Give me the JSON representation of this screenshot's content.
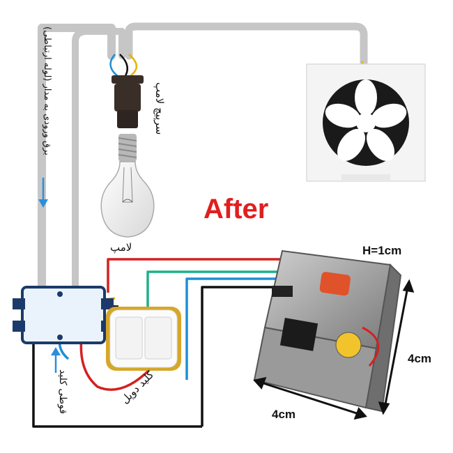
{
  "title": "After",
  "labels": {
    "incoming_power": "برق ورودی به مدار (لوله ارتباطی)",
    "lamp_socket": "سرپیچ لامپ",
    "lamp": "لامپ",
    "junction_box": "قوطی کلید",
    "double_switch": "کلید دوپل"
  },
  "dimensions": {
    "height": "H=1cm",
    "width": "4cm",
    "depth": "4cm"
  },
  "colors": {
    "title": "#e01f1f",
    "wire_red": "#d42020",
    "wire_green": "#1fb08a",
    "wire_blue": "#1e8fd8",
    "wire_black": "#111111",
    "conduit": "#c9c9c9",
    "arrow": "#2a8fdb"
  }
}
